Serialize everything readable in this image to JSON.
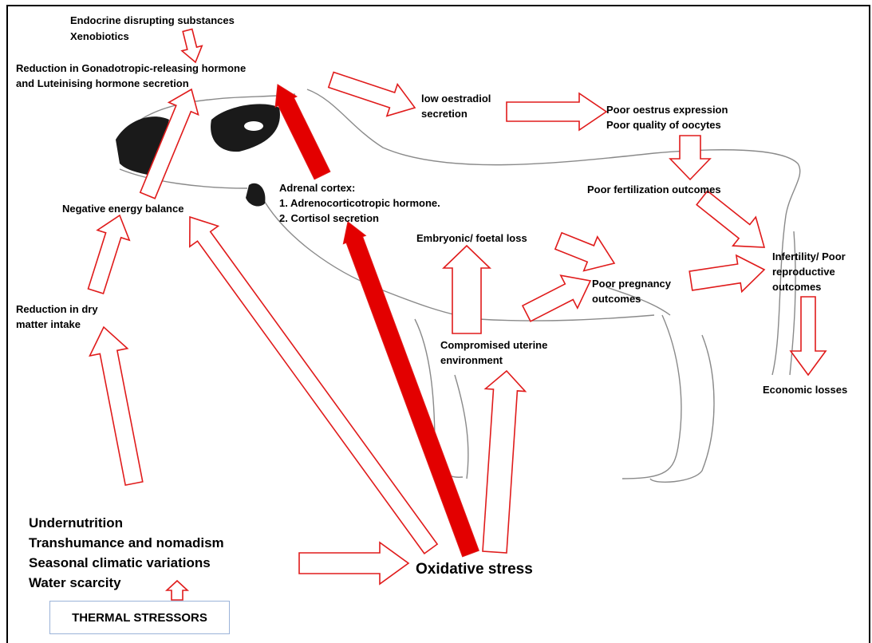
{
  "diagram": {
    "top_inputs": [
      "Endocrine disrupting substances",
      "Xenobiotics"
    ],
    "gnrh_lh": "Reduction in Gonadotropic-releasing hormone\nand Luteinising hormone secretion",
    "neb": "Negative energy balance",
    "dmi": "Reduction in dry\nmatter intake",
    "adrenal": "Adrenal cortex:\n1. Adrenocorticotropic hormone.\n2. Cortisol secretion",
    "oestradiol": "low oestradiol\nsecretion",
    "oestrus": "Poor oestrus expression\nPoor quality of oocytes",
    "fertilization": "Poor fertilization outcomes",
    "embryonic": "Embryonic/ foetal loss",
    "pregnancy": "Poor pregnancy\noutcomes",
    "infertility": "Infertility/ Poor\nreproductive\noutcomes",
    "uterine": "Compromised uterine\nenvironment",
    "economic": "Economic losses",
    "stressors": [
      "Undernutrition",
      "Transhumance and nomadism",
      "Seasonal climatic variations",
      "Water scarcity"
    ],
    "oxidative": "Oxidative stress",
    "thermal": "THERMAL STRESSORS"
  },
  "colors": {
    "arrow_outline": "#e01b1b",
    "arrow_solid": "#e30000",
    "cow_line": "#8a8a8a",
    "cow_patch": "#1a1a1a"
  }
}
